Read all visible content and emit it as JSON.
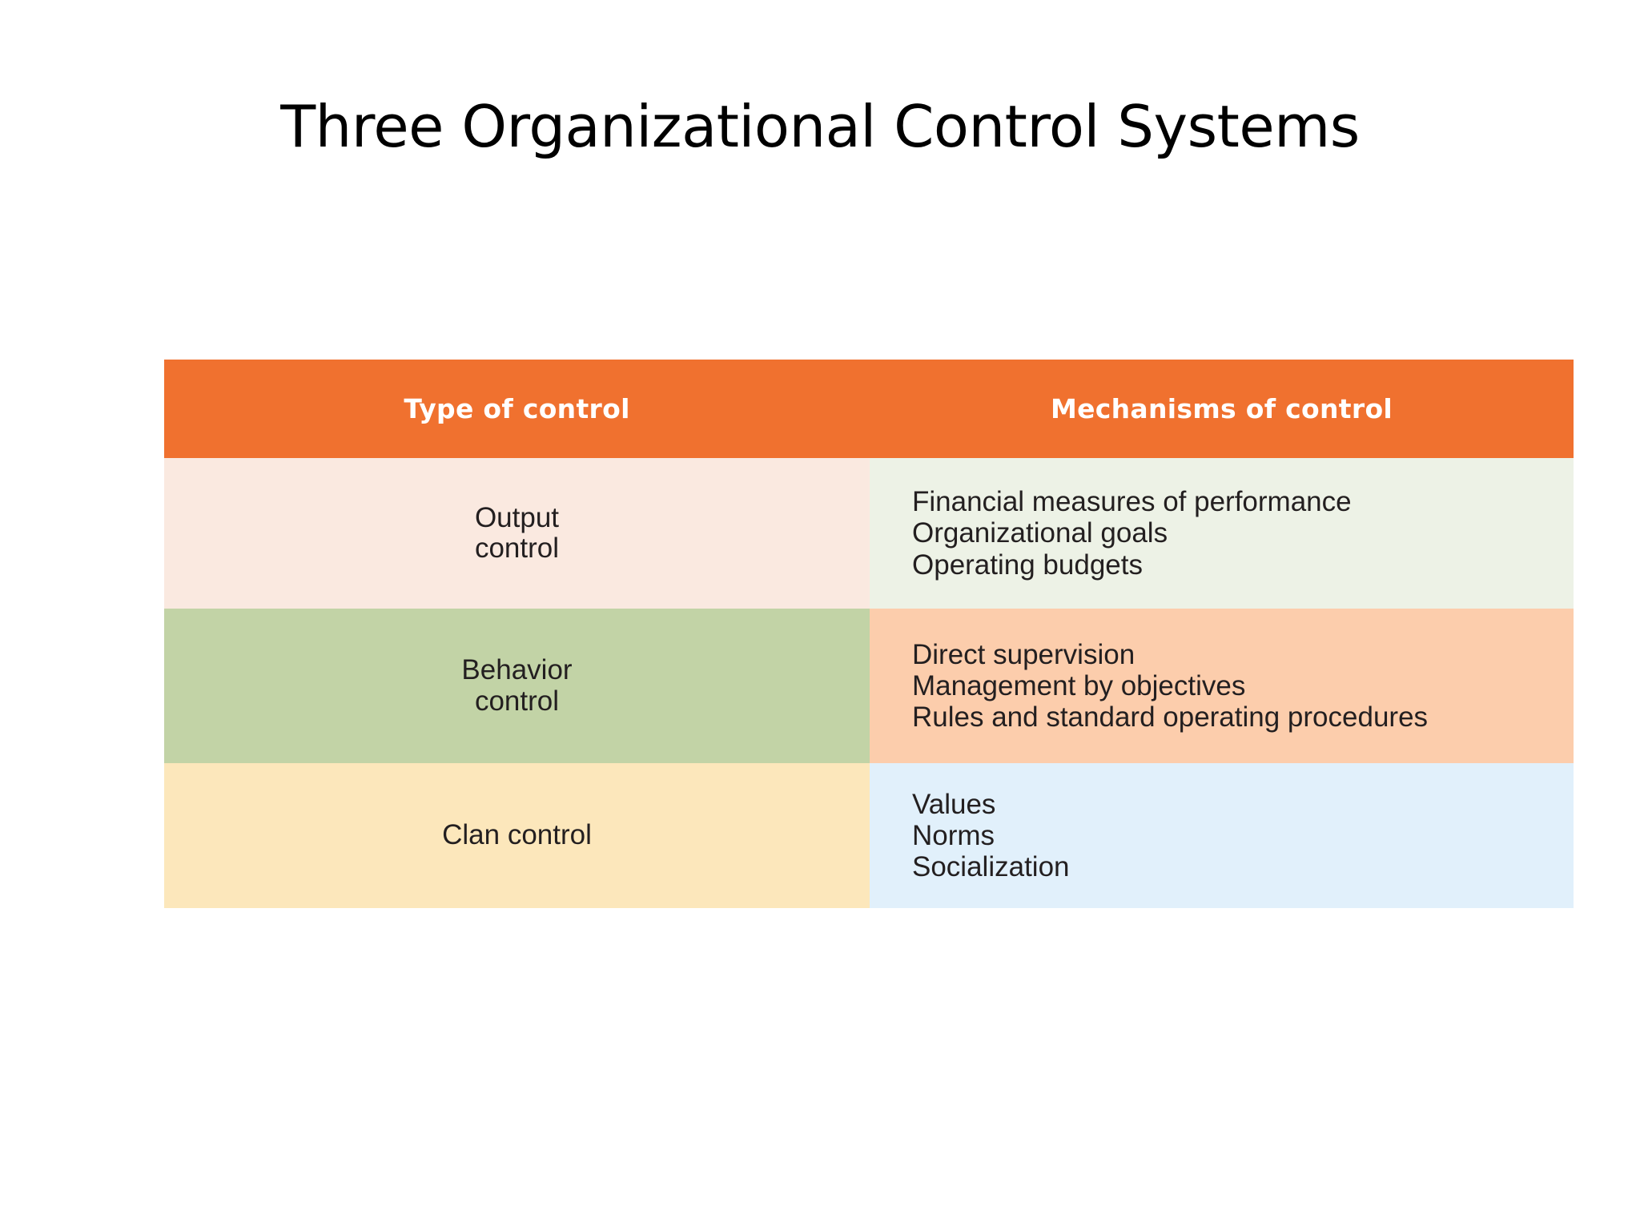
{
  "slide": {
    "title": "Three Organizational Control Systems",
    "background_color": "#FFFFFF"
  },
  "table": {
    "header": {
      "background_color": "#F0712F",
      "text_color": "#FFFFFF",
      "columns": [
        {
          "label": "Type of control"
        },
        {
          "label": "Mechanisms of control"
        }
      ]
    },
    "rows": [
      {
        "type_line1": "Output",
        "type_line2": "control",
        "type_cell_color": "#FAE9E0",
        "mechanisms_cell_color": "#EDF2E6",
        "mechanisms": [
          "Financial measures of performance",
          "Organizational goals",
          "Operating budgets"
        ]
      },
      {
        "type_line1": "Behavior",
        "type_line2": "control",
        "type_cell_color": "#C2D3A6",
        "mechanisms_cell_color": "#FCCDAC",
        "mechanisms": [
          "Direct supervision",
          "Management by objectives",
          "Rules and standard operating procedures"
        ]
      },
      {
        "type_line1": "Clan control",
        "type_line2": "",
        "type_cell_color": "#FCE7BB",
        "mechanisms_cell_color": "#E1F0FB",
        "mechanisms": [
          "Values",
          "Norms",
          "Socialization"
        ]
      }
    ]
  }
}
